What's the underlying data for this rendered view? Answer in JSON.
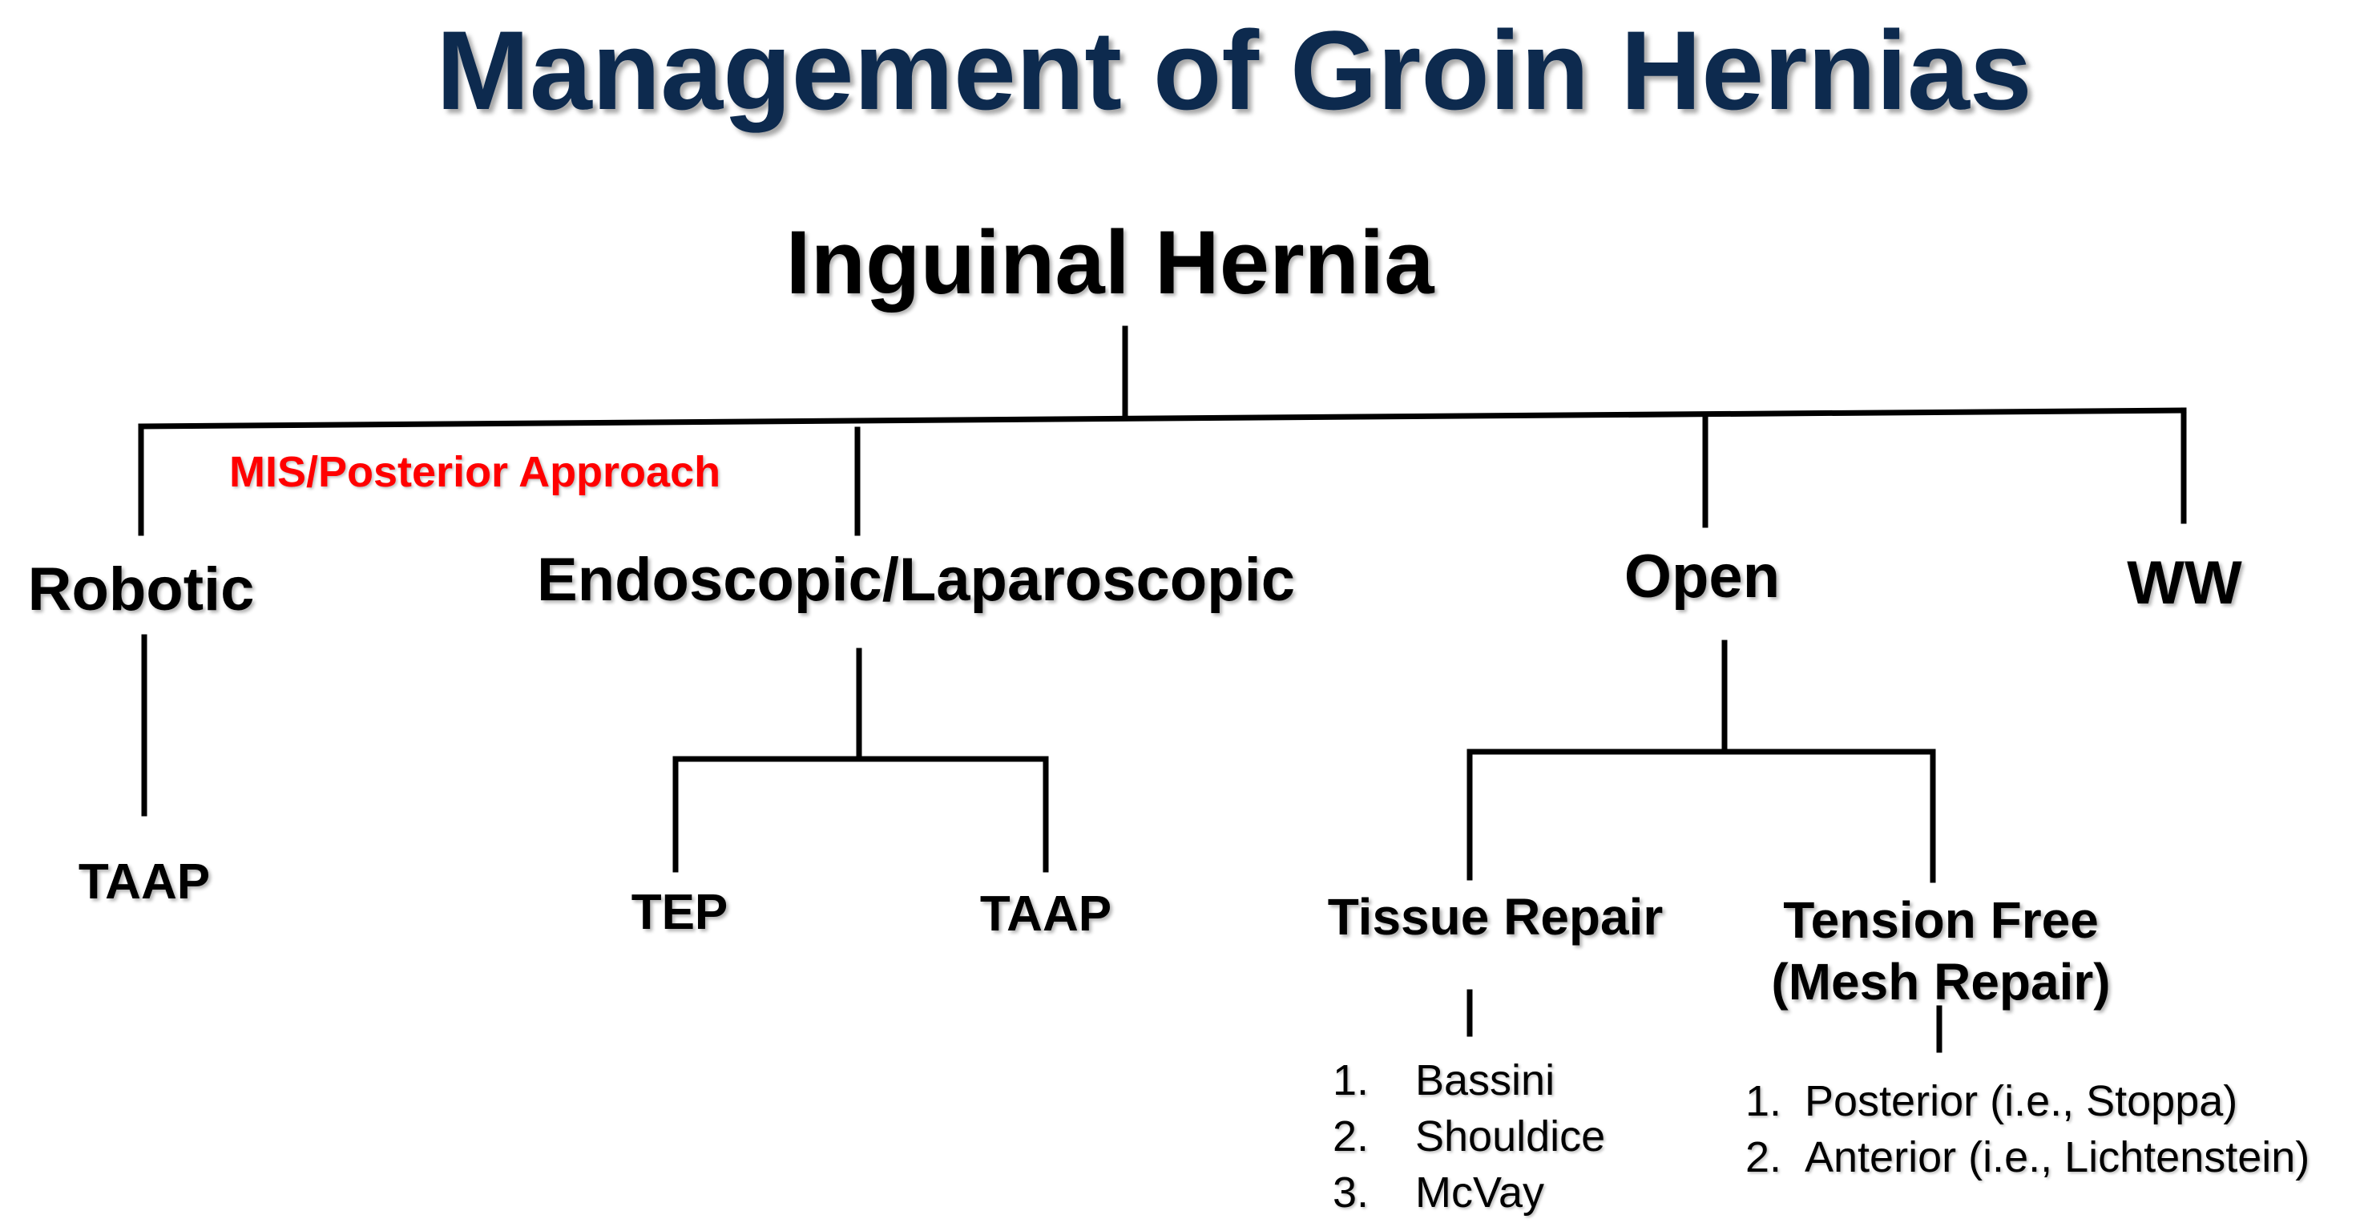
{
  "title": "Management of Groin Hernias",
  "root": "Inguinal Hernia",
  "annotation": {
    "text": "MIS/Posterior Approach",
    "color": "#ff0000"
  },
  "branches": {
    "robotic": {
      "label": "Robotic",
      "children": [
        "TAAP"
      ]
    },
    "endoscopic": {
      "label": "Endoscopic/Laparoscopic",
      "children": [
        "TEP",
        "TAAP"
      ]
    },
    "open": {
      "label": "Open",
      "tissue_repair": {
        "label": "Tissue Repair",
        "items": [
          {
            "num": "1.",
            "text": "Bassini"
          },
          {
            "num": "2.",
            "text": "Shouldice"
          },
          {
            "num": "3.",
            "text": "McVay"
          }
        ]
      },
      "tension_free": {
        "line1": "Tension Free",
        "line2": "(Mesh Repair)",
        "items": [
          {
            "num": "1.",
            "text": "Posterior (i.e., Stoppa)"
          },
          {
            "num": "2.",
            "text": "Anterior (i.e., Lichtenstein)"
          }
        ]
      }
    },
    "ww": {
      "label": "WW"
    }
  },
  "colors": {
    "title": "#0d2a4e",
    "text": "#000000",
    "connector": "#000000",
    "annotation": "#ff0000"
  }
}
